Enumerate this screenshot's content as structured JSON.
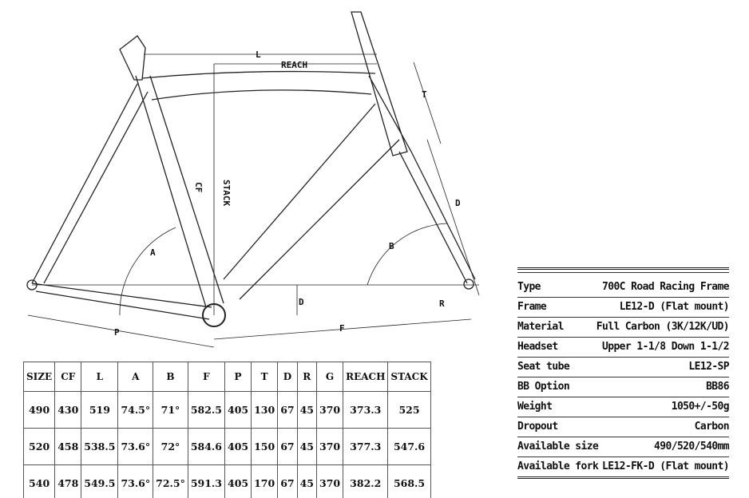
{
  "diagram_labels": {
    "L": "L",
    "reach": "REACH",
    "stack": "STACK",
    "T": "T",
    "D": "D",
    "R": "R",
    "F": "F",
    "P": "P",
    "A": "A",
    "B": "B",
    "CF": "CF"
  },
  "geometry_table": {
    "headers": [
      "SIZE",
      "CF",
      "L",
      "A",
      "B",
      "F",
      "P",
      "T",
      "D",
      "R",
      "G",
      "REACH",
      "STACK"
    ],
    "rows": [
      [
        "490",
        "430",
        "519",
        "74.5°",
        "71°",
        "582.5",
        "405",
        "130",
        "67",
        "45",
        "370",
        "373.3",
        "525"
      ],
      [
        "520",
        "458",
        "538.5",
        "73.6°",
        "72°",
        "584.6",
        "405",
        "150",
        "67",
        "45",
        "370",
        "377.3",
        "547.6"
      ],
      [
        "540",
        "478",
        "549.5",
        "73.6°",
        "72.5°",
        "591.3",
        "405",
        "170",
        "67",
        "45",
        "370",
        "382.2",
        "568.5"
      ]
    ]
  },
  "specs": [
    {
      "label": "Type",
      "value": "700C Road Racing Frame"
    },
    {
      "label": "Frame",
      "value": "LE12-D (Flat mount)"
    },
    {
      "label": "Material",
      "value": "Full Carbon (3K/12K/UD)"
    },
    {
      "label": "Headset",
      "value": "Upper 1-1/8 Down 1-1/2"
    },
    {
      "label": "Seat tube",
      "value": "LE12-SP"
    },
    {
      "label": "BB Option",
      "value": "BB86"
    },
    {
      "label": "Weight",
      "value": "1050+/-50g"
    },
    {
      "label": "Dropout",
      "value": "Carbon"
    },
    {
      "label": "Available size",
      "value": "490/520/540mm"
    },
    {
      "label": "Available fork",
      "value": "LE12-FK-D (Flat mount)"
    }
  ]
}
